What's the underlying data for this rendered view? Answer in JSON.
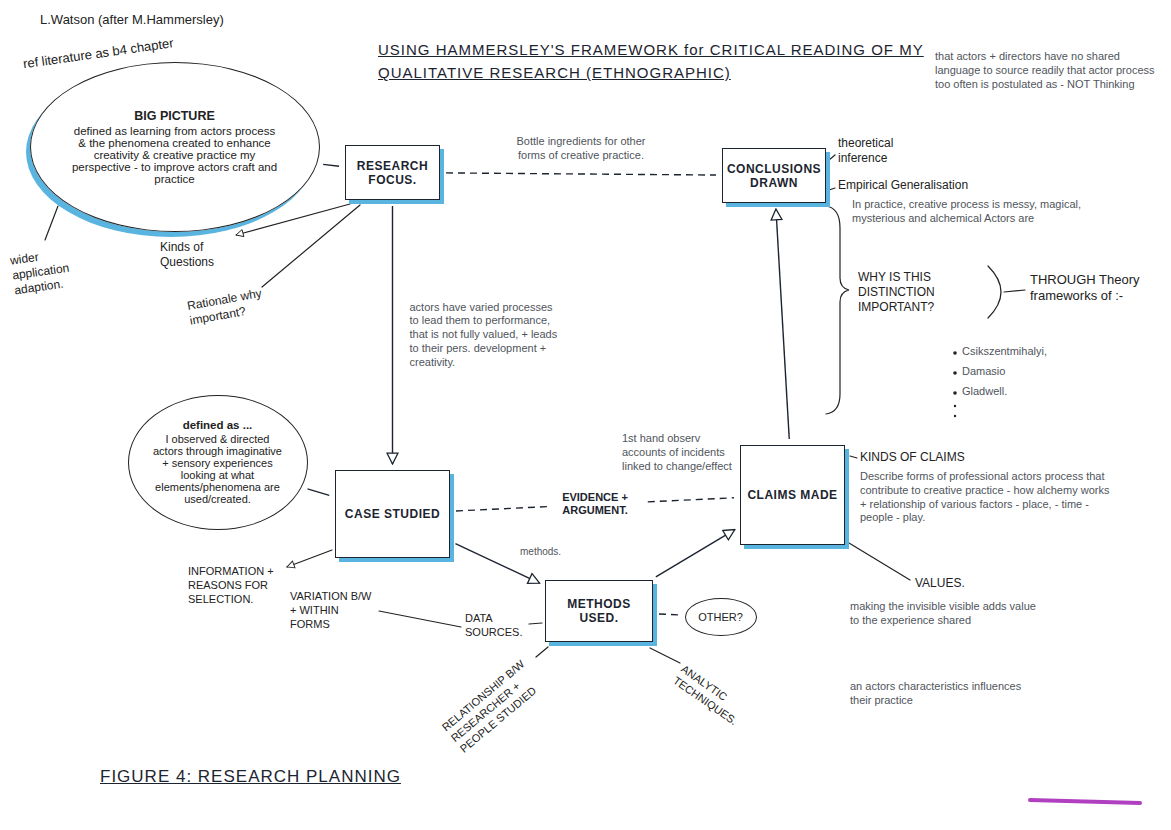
{
  "diagram": {
    "title": "USING HAMMERSLEY'S FRAMEWORK for CRITICAL READING OF MY QUALITATIVE RESEARCH (ETHNOGRAPHIC)",
    "caption": "FIGURE 4: RESEARCH PLANNING",
    "nodes": [
      {
        "text": [
          "BIG PICTURE",
          "defined as learning from actors process & the phenomena created to enhance creativity & creative practice my perspective - to improve actors craft and practice"
        ]
      },
      {
        "text": [
          "RESEARCH FOCUS."
        ]
      },
      {
        "text": [
          "CONCLUSIONS DRAWN"
        ]
      },
      {
        "text": [
          "defined as ...",
          "I observed & directed actors through imaginative + sensory experiences looking at what elements/phenomena are used/created."
        ]
      },
      {
        "text": [
          "CASE STUDIED"
        ]
      },
      {
        "text": [
          "CLAIMS MADE"
        ]
      },
      {
        "text": [
          "METHODS USED."
        ]
      },
      {
        "text": [
          "OTHER?"
        ]
      }
    ],
    "edges": [
      {
        "from": 0,
        "to": 1,
        "arrow": "none"
      },
      {
        "from": 1,
        "to": 2,
        "label": "Bottle ingredients for other forms of creative practice.",
        "arrow": "none"
      },
      {
        "from": 1,
        "to": 4,
        "label": "actors have varied processes to lead them to performance, that is not fully valued, + leads to their pers. development + creativity.",
        "arrow": "to"
      },
      {
        "from": 3,
        "to": 4,
        "arrow": "none"
      },
      {
        "from": 4,
        "to": 5,
        "label": "EVIDENCE + ARGUMENT.",
        "arrow": "none"
      },
      {
        "from": 4,
        "to": 6,
        "arrow": "to"
      },
      {
        "from": 6,
        "to": 5,
        "arrow": "to"
      },
      {
        "from": 5,
        "to": 2,
        "arrow": "to"
      },
      {
        "from": 6,
        "to": 7,
        "arrow": "none"
      }
    ],
    "labels": [
      "L.Watson (after M.Hammersley)",
      "ref literature as b4 chapter",
      "wider application adaption.",
      "Kinds of Questions",
      "Rationale why important?",
      "theoretical inference",
      "that actors + directors have no shared language to source readily that actor process too often is postulated as - NOT Thinking",
      "Empirical Generalisation",
      "In practice, creative process is messy, magical, mysterious and alchemical Actors are",
      "WHY IS THIS DISTINCTION IMPORTANT?",
      "THROUGH Theory frameworks of :-",
      "Csikszentmihalyi,",
      "Damasio",
      "Gladwell.",
      "1st hand observ accounts of incidents linked to change/effect",
      "methods.",
      "INFORMATION + REASONS FOR SELECTION.",
      "KINDS OF CLAIMS",
      "Describe forms of professional actors process that contribute to creative practice - how alchemy works + relationship of various factors - place, - time - people - play.",
      "VALUES.",
      "making the invisible visible adds value to the experience shared",
      "an actors characteristics influences their practice",
      "DATA SOURCES.",
      "VARIATION B/W + WITHIN FORMS",
      "RELATIONSHIP B/W RESEARCHER + PEOPLE STUDIED",
      "ANALYTIC TECHNIQUES."
    ]
  }
}
